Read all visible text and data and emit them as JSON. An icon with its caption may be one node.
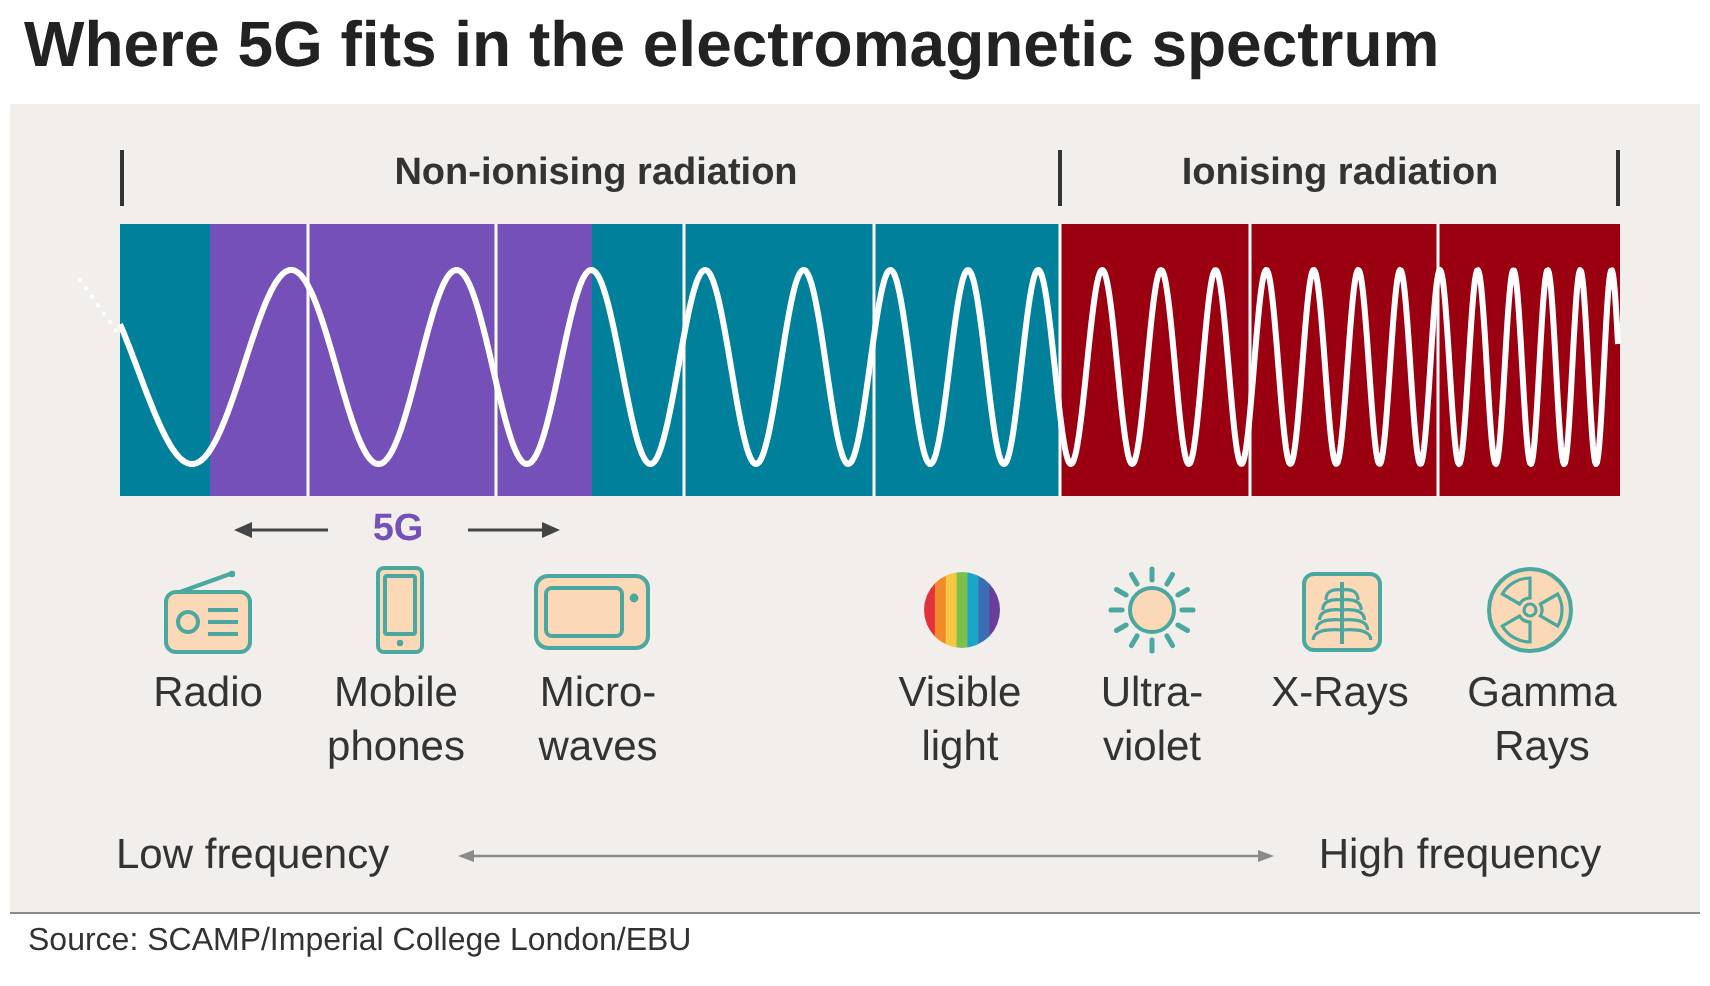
{
  "diagram": {
    "title": "Where 5G fits in the electromagnetic spectrum",
    "caption": "Source: SCAMP/Imperial College London/EBU",
    "labels": [
      "Non-ionising radiation",
      "Ionising radiation",
      "5G",
      "Radio",
      "Mobile phones",
      "Micro- waves",
      "Visible light",
      "Ultra- violet",
      "X-Rays",
      "Gamma Rays",
      "Low frequency",
      "High frequency"
    ]
  }
}
